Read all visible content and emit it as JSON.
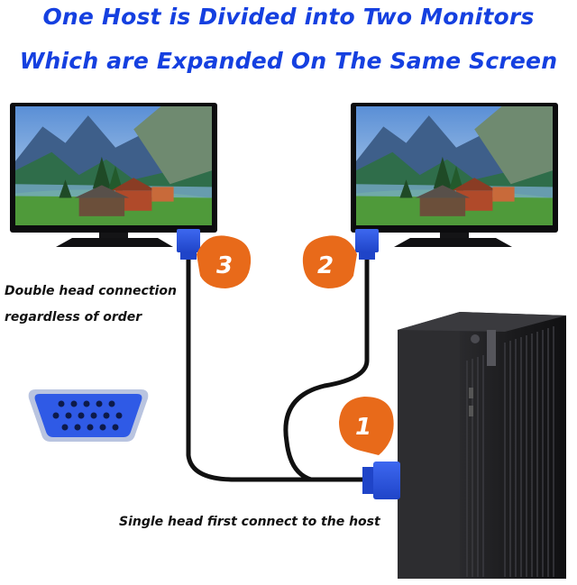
{
  "title": {
    "line1": "One Host is Divided into Two Monitors",
    "line2": "Which are Expanded On The Same Screen"
  },
  "captions": {
    "double_head_line1": "Double head connection",
    "double_head_line2": "regardless of order",
    "single_head": "Single head first connect to the host"
  },
  "badges": {
    "host": "1",
    "right_monitor": "2",
    "left_monitor": "3"
  },
  "colors": {
    "title": "#1540e0",
    "badge": "#e86a1a",
    "connector": "#2a4fd8",
    "cable": "#111111",
    "pc_case": "#1b1b1d"
  },
  "icons": [
    "monitor-left-icon",
    "monitor-right-icon",
    "vga-port-icon",
    "desktop-pc-icon",
    "vga-cable-icon"
  ]
}
